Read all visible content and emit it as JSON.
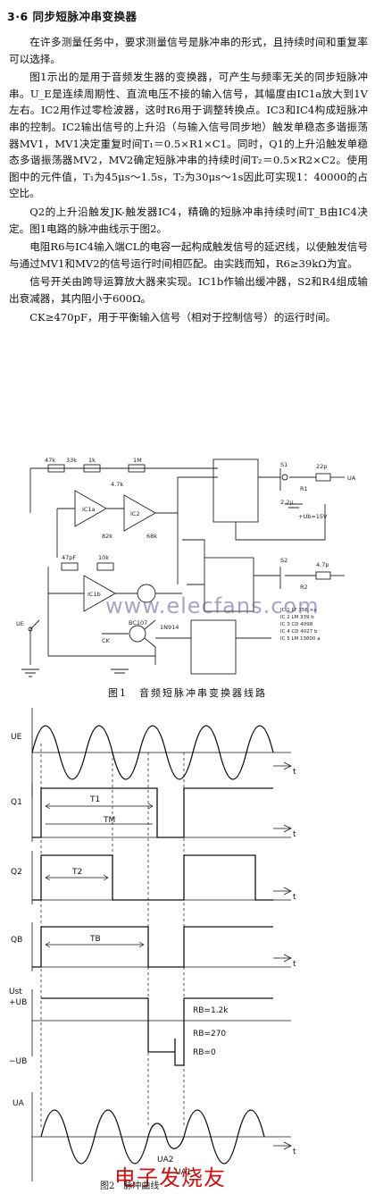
{
  "heading": "3·6 同步短脉冲串变换器",
  "paragraphs": [
    "在许多测量任务中，要求测量信号是脉冲串的形式，且持续时间和重复率可以选择。",
    "图1示出的是用于音频发生器的变换器，可产生与频率无关的同步短脉冲串。U_E是连续周期性、直流电压不接的输入信号，其幅度由IC1a放大到1V左右。IC2用作过零检波器，这时R6用于调整转换点。IC3和IC4构成短脉冲串的控制。IC2输出信号的上升沿（与输入信号同步地）触发单稳态多谐振荡器MV1，MV1决定重复时间T₁＝0.5×R1×C1。同时，Q1的上升沿触发单稳态多谐振荡器MV2，MV2确定短脉冲串的持续时间T₂＝0.5×R2×C2。使用图中的元件值，T₁为45μs～1.5s，T₂为30μs～1s因此可实现1：40000的占空比。",
    "Q2的上升沿触发JK-触发器IC4，精确的短脉冲串持续时间T_B由IC4决定。图1电路的脉冲曲线示于图2。",
    "电阻R6与IC4输入端CL的电容一起构成触发信号的延迟线，以使触发信号与通过MV1和MV2的信号运行时间相匹配。由实践而知，R6≥39kΩ为宜。",
    "信号开关由跨导运算放大器来实现。IC1b作输出缓冲器，S2和R4组成输出衰减器，其内阻小于600Ω。",
    "CK≥470pF，用于平衡输入信号（相对于控制信号）的运行时间。"
  ],
  "figure1": {
    "caption": "图1　音频短脉冲串变换器线路",
    "labels": {
      "ic1a": "IC1a",
      "ic2": "IC2",
      "ic1b": "IC1b",
      "res_47k": "47k",
      "res_33k": "33k",
      "res_1k": "1k",
      "res_1M": "1M",
      "res_47k_b": "4.7k",
      "res_82k": "82k",
      "res_68k": "68k",
      "cap_47pF": "47pF",
      "res_10k": "10k",
      "trans": "BC107",
      "diode": "1N914",
      "ck": "CK",
      "cap_22p": "22p",
      "cap_2u": "2.2μ",
      "cap_47p": "4.7p",
      "supply": "+Ub=15V",
      "s1": "S1",
      "s2": "S2",
      "r1": "R1",
      "r2": "R2",
      "out_ua": "UA",
      "in_ue": "UE"
    },
    "ic_list": [
      "IC 1  LF 356 ×a",
      "IC 2  LM 339 b",
      "IC 3  CD 4098",
      "IC 4  CD 4027 b",
      "IC 5  LM 13600 a"
    ]
  },
  "figure2": {
    "caption": "图2　脉冲曲线",
    "axis_labels": {
      "ue": "UE",
      "q1": "Q1",
      "q2": "Q2",
      "qb": "QB",
      "ust": "Ust",
      "plus_ub": "+UB",
      "minus_ub": "−UB",
      "ua": "UA",
      "t": "t"
    },
    "interval_labels": {
      "t1": "T1",
      "tm": "TM",
      "t2": "T2",
      "tb": "TB"
    },
    "resistance_labels": [
      "RB=1.2k",
      "RB=270",
      "RB=0"
    ],
    "ua_labels": [
      "UA2",
      "UA1"
    ]
  },
  "watermarks": {
    "site": "www.elecfans.com",
    "brand": "电子发烧友"
  }
}
